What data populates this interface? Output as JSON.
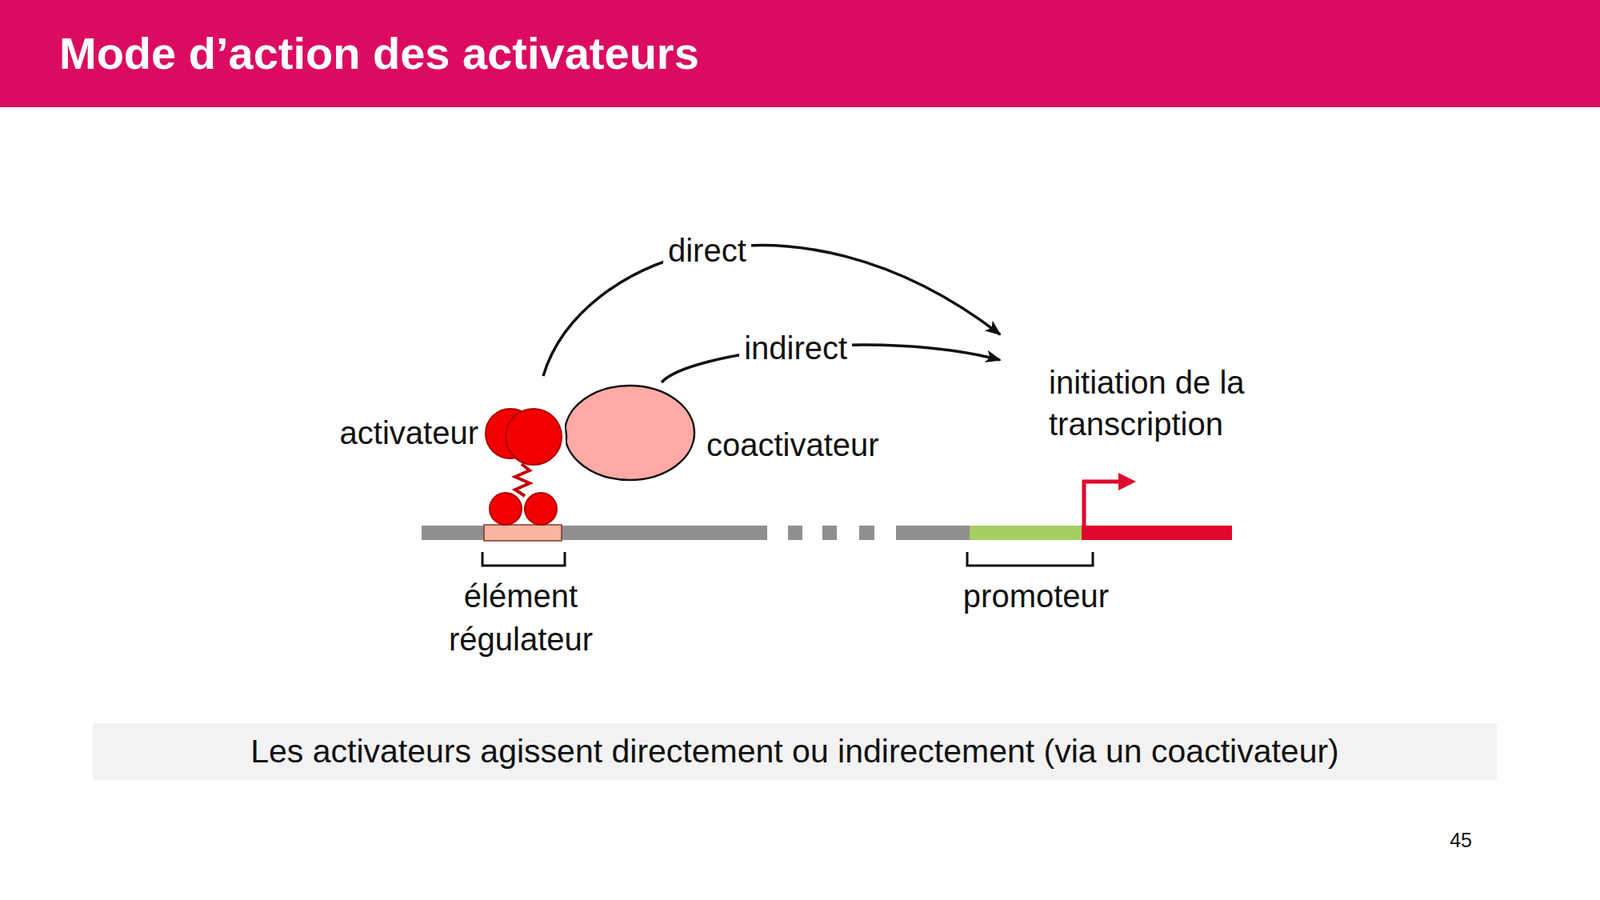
{
  "diagram": {
    "title": "Mode d’action des activateurs",
    "caption": "Les activateurs agissent directement ou indirectement (via un coactivateur)",
    "nodes": [
      {
        "text": [
          "activateur"
        ]
      },
      {
        "text": [
          "coactivateur"
        ]
      },
      {
        "text": [
          "initiation de la transcription"
        ]
      }
    ],
    "edges": [
      {
        "from": 0,
        "to": 2,
        "label": "direct",
        "arrow": "to"
      },
      {
        "from": 1,
        "to": 2,
        "label": "indirect",
        "arrow": "to"
      }
    ],
    "labels": [
      "élément régulateur",
      "promoteur",
      "45"
    ]
  }
}
